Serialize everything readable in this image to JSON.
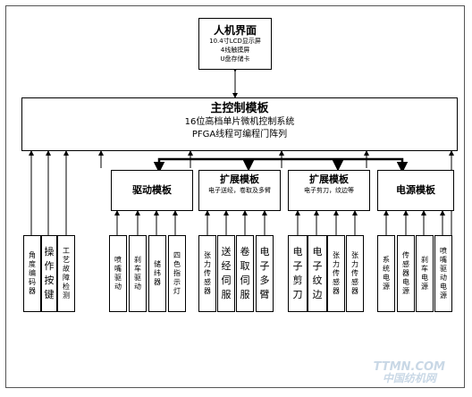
{
  "hmi": {
    "title": "人机界面",
    "lines": [
      "10.4寸LCD显示屏",
      "4线触摸屏",
      "U盘存储卡"
    ]
  },
  "main": {
    "title": "主控制模板",
    "line1": "16位高档单片微机控制系统",
    "line2": "PFGA线程可编程门阵列"
  },
  "modules": [
    {
      "title": "驱动模板",
      "subtitle": ""
    },
    {
      "title": "扩展模板",
      "subtitle": "电子送经，卷取及多臂"
    },
    {
      "title": "扩展模板",
      "subtitle": "电子剪刀，纹边等"
    },
    {
      "title": "电源模板",
      "subtitle": ""
    }
  ],
  "leaves": [
    [
      "角度编码器",
      "操作按键",
      "工艺故障检测"
    ],
    [
      "喷嘴驱动",
      "刹车驱动",
      "储纬器",
      "四色指示灯"
    ],
    [
      "张力传感器",
      "送经伺服",
      "卷取伺服",
      "电子多臂"
    ],
    [
      "电子剪刀",
      "电子纹边",
      "张力传感器",
      "张力传感器"
    ],
    [
      "系统电源",
      "传感器电源",
      "刹车电源",
      "喷嘴驱动电源"
    ]
  ],
  "watermark": {
    "line1": "TTMN.COM",
    "line2": "中国纺机网"
  }
}
